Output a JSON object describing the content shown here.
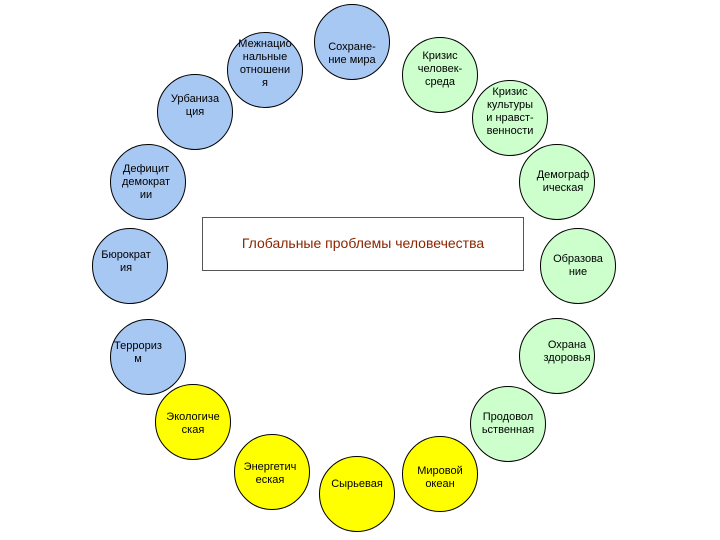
{
  "colors": {
    "blue": "#A8C8F4",
    "green": "#CCFFCC",
    "yellow": "#FFFF00",
    "title": "#8B2500",
    "outline": "#000000"
  },
  "title": "Глобальные проблемы человечества",
  "nodes": [
    {
      "id": "mezhnatsionalnye",
      "label": "Межнацио\nнальные\nотношени\nя",
      "color": "blue"
    },
    {
      "id": "sokhranenie-mira",
      "label": "Сохране-\nние мира",
      "color": "blue"
    },
    {
      "id": "krizis-chelovek-sreda",
      "label": "Кризис\nчеловек-\nсреда",
      "color": "green"
    },
    {
      "id": "krizis-kultury",
      "label": "Кризис\nкультуры\nи нравст-\nвенности",
      "color": "green"
    },
    {
      "id": "demograficheskaya",
      "label": "Демограф\nическая",
      "color": "green"
    },
    {
      "id": "obrazovanie",
      "label": "Образова\nние",
      "color": "green"
    },
    {
      "id": "okhrana-zdorovya",
      "label": "Охрана\nздоровья",
      "color": "green"
    },
    {
      "id": "prodovolstvennaya",
      "label": "Продовол\nьственная",
      "color": "green"
    },
    {
      "id": "mirovoy-okean",
      "label": "Мировой\nокеан",
      "color": "yellow"
    },
    {
      "id": "syrevaya",
      "label": "Сырьевая",
      "color": "yellow"
    },
    {
      "id": "energeticheskaya",
      "label": "Энергетич\nеская",
      "color": "yellow"
    },
    {
      "id": "ekologicheskaya",
      "label": "Экологиче\nская",
      "color": "yellow"
    },
    {
      "id": "terrorizm",
      "label": "Террориз\nм",
      "color": "blue"
    },
    {
      "id": "byurokratiya",
      "label": "Бюрократ\nия",
      "color": "blue"
    },
    {
      "id": "defitsit-demokratii",
      "label": "Дефицит\nдемократ\nии",
      "color": "blue"
    },
    {
      "id": "urbanizatsiya",
      "label": "Урбаниза\nция",
      "color": "blue"
    }
  ]
}
